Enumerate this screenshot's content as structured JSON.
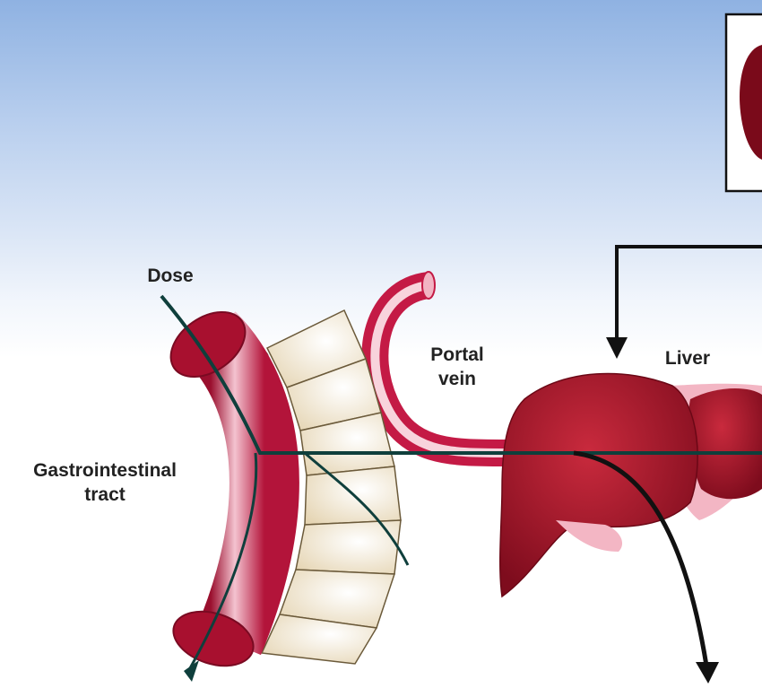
{
  "labels": {
    "dose": "Dose",
    "portal_vein": [
      "Portal",
      "vein"
    ],
    "liver": "Liver",
    "gi_tract": [
      "Gastrointestinal",
      "tract"
    ]
  },
  "colors": {
    "vessel": "#b3143a",
    "vessel_light": "#f5c6d2",
    "liver": "#9b1125",
    "path_line": "#0f3f3c",
    "villi": "#eee1c6"
  }
}
